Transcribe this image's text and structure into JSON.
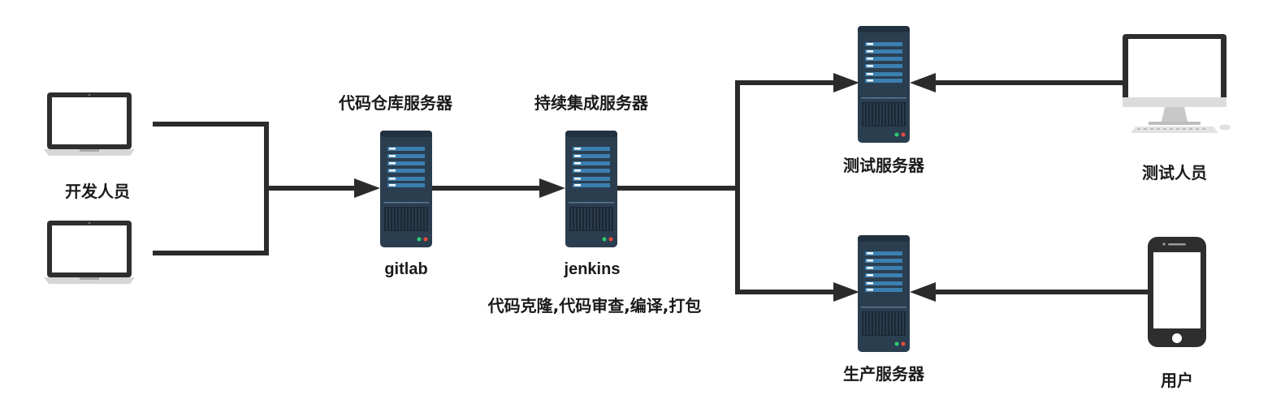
{
  "diagram": {
    "developers_label": "开发人员",
    "code_repo_title": "代码仓库服务器",
    "code_repo_name": "gitlab",
    "ci_title": "持续集成服务器",
    "ci_name": "jenkins",
    "ci_desc": "代码克隆,代码审查,编译,打包",
    "test_server_label": "测试服务器",
    "prod_server_label": "生产服务器",
    "testers_label": "测试人员",
    "users_label": "用户"
  },
  "colors": {
    "line": "#2b2b2b",
    "server_body": "#2b3e50",
    "server_bar": "#3b7fb0",
    "led_green": "#2ecc71",
    "led_red": "#e74c3c"
  },
  "icons": [
    "laptop-icon",
    "server-icon",
    "desktop-monitor-icon",
    "smartphone-icon"
  ]
}
